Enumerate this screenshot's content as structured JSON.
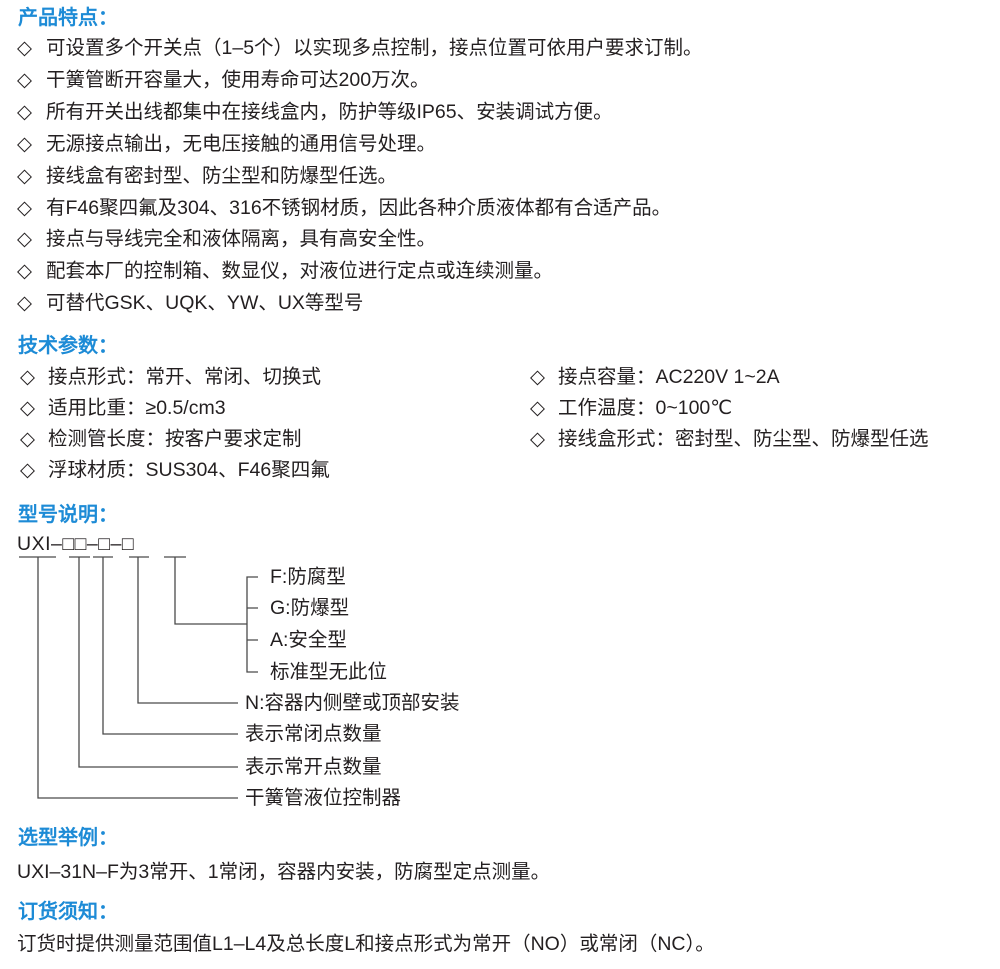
{
  "features": {
    "title": "产品特点：",
    "bullet": "◇",
    "items": [
      "可设置多个开关点（1–5个）以实现多点控制，接点位置可依用户要求订制。",
      "干簧管断开容量大，使用寿命可达200万次。",
      "所有开关出线都集中在接线盒内，防护等级IP65、安装调试方便。",
      "无源接点输出，无电压接触的通用信号处理。",
      "接线盒有密封型、防尘型和防爆型任选。",
      "有F46聚四氟及304、316不锈钢材质，因此各种介质液体都有合适产品。",
      "接点与导线完全和液体隔离，具有高安全性。",
      "配套本厂的控制箱、数显仪，对液位进行定点或连续测量。",
      "可替代GSK、UQK、YW、UX等型号"
    ]
  },
  "specs": {
    "title": "技术参数：",
    "left": [
      "接点形式：常开、常闭、切换式",
      "适用比重：≥0.5/cm3",
      "检测管长度：按客户要求定制",
      "浮球材质：SUS304、F46聚四氟"
    ],
    "right": [
      "接点容量：AC220V 1~2A",
      "工作温度：0~100℃",
      "接线盒形式：密封型、防尘型、防爆型任选"
    ]
  },
  "model": {
    "title": "型号说明：",
    "code": "UXI–□□–□–□",
    "bracket": [
      "F:防腐型",
      "G:防爆型",
      "A:安全型",
      "标准型无此位"
    ],
    "labels": [
      "N:容器内侧壁或顶部安装",
      "表示常闭点数量",
      "表示常开点数量",
      "干簧管液位控制器"
    ]
  },
  "example": {
    "title": "选型举例：",
    "text": "UXI–31N–F为3常开、1常闭，容器内安装，防腐型定点测量。"
  },
  "order": {
    "title": "订货须知：",
    "text": "订货时提供测量范围值L1–L4及总长度L和接点形式为常开（NO）或常闭（NC）。"
  }
}
